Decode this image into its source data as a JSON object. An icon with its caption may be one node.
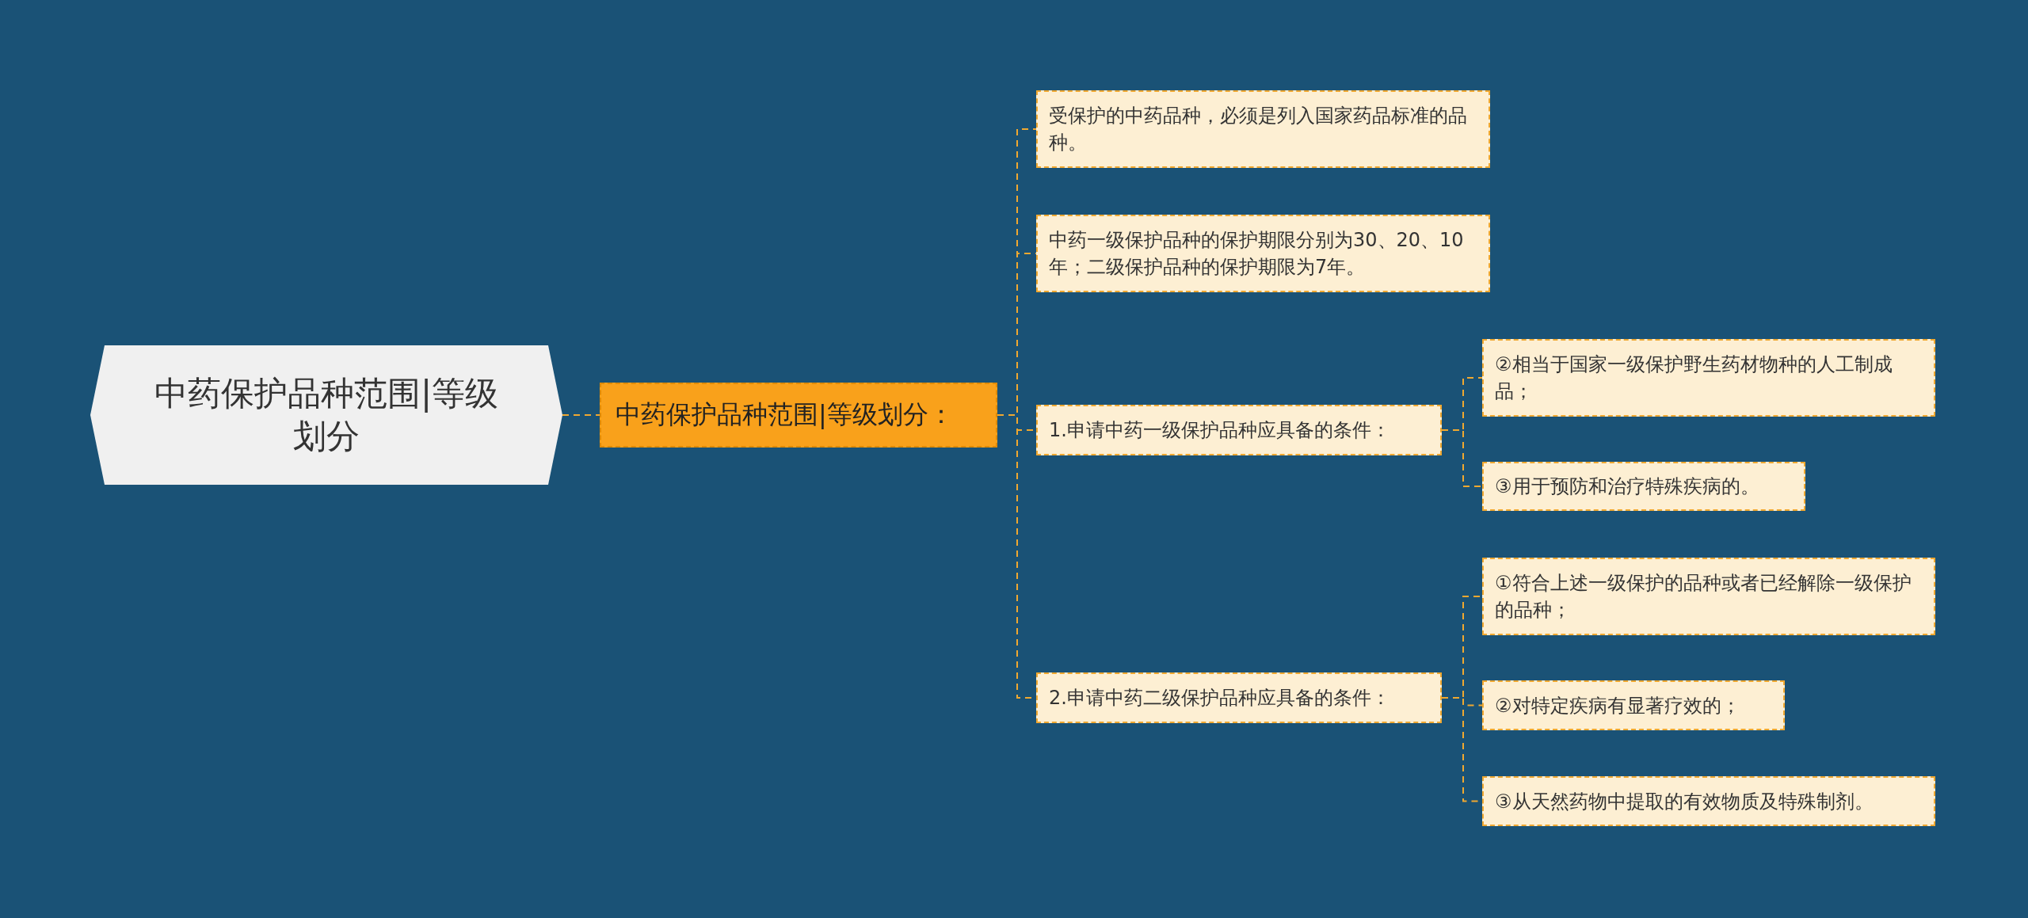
{
  "diagram": {
    "nodes": [
      {
        "text": [
          "中药保护品种范围|等级划分"
        ]
      },
      {
        "text": [
          "中药保护品种范围|等级划分："
        ]
      },
      {
        "text": [
          "受保护的中药品种，必须是列入国家药品标准的品种。"
        ]
      },
      {
        "text": [
          "中药一级保护品种的保护期限分别为30、20、10年；二级保护品种的保护期限为7年。"
        ]
      },
      {
        "text": [
          "1.申请中药一级保护品种应具备的条件："
        ]
      },
      {
        "text": [
          "2.申请中药二级保护品种应具备的条件："
        ]
      },
      {
        "text": [
          "②相当于国家一级保护野生药材物种的人工制成品；"
        ]
      },
      {
        "text": [
          "③用于预防和治疗特殊疾病的。"
        ]
      },
      {
        "text": [
          "①符合上述一级保护的品种或者已经解除一级保护的品种；"
        ]
      },
      {
        "text": [
          "②对特定疾病有显著疗效的；"
        ]
      },
      {
        "text": [
          "③从天然药物中提取的有效物质及特殊制剂。"
        ]
      }
    ],
    "edges": [
      {
        "from": 0,
        "to": 1,
        "arrow": "none",
        "style": "dashed"
      },
      {
        "from": 1,
        "to": 2,
        "arrow": "none",
        "style": "dashed"
      },
      {
        "from": 1,
        "to": 3,
        "arrow": "none",
        "style": "dashed"
      },
      {
        "from": 1,
        "to": 4,
        "arrow": "none",
        "style": "dashed"
      },
      {
        "from": 1,
        "to": 5,
        "arrow": "none",
        "style": "dashed"
      },
      {
        "from": 4,
        "to": 6,
        "arrow": "none",
        "style": "dashed"
      },
      {
        "from": 4,
        "to": 7,
        "arrow": "none",
        "style": "dashed"
      },
      {
        "from": 5,
        "to": 8,
        "arrow": "none",
        "style": "dashed"
      },
      {
        "from": 5,
        "to": 9,
        "arrow": "none",
        "style": "dashed"
      },
      {
        "from": 5,
        "to": 10,
        "arrow": "none",
        "style": "dashed"
      }
    ]
  }
}
